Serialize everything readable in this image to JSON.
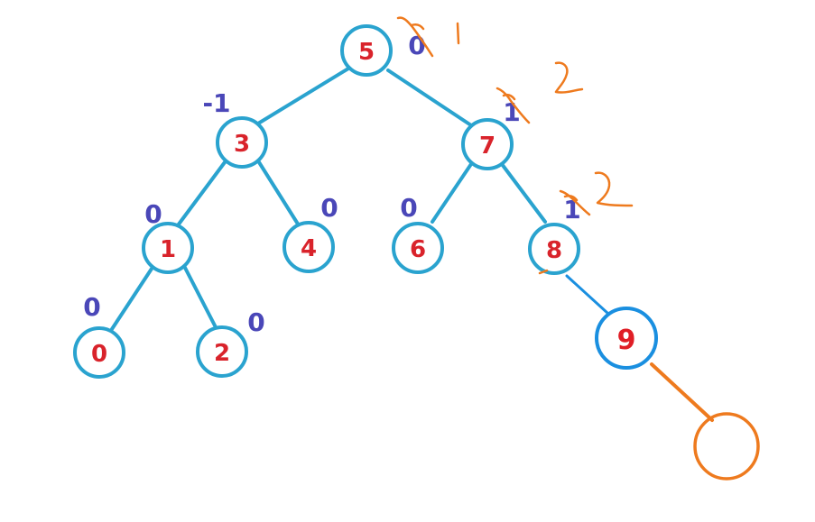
{
  "tree": {
    "colors": {
      "edge": "#2aa3cf",
      "node_stroke": "#2aa3cf",
      "node_text": "#d9232b",
      "balance_text": "#4a47b8",
      "new_node": "#1a8fe0",
      "annotation": "#ee7a1e"
    },
    "nodes": [
      {
        "id": "n5",
        "label": "5",
        "balance": "0"
      },
      {
        "id": "n3",
        "label": "3",
        "balance": "-1"
      },
      {
        "id": "n7",
        "label": "7",
        "balance": "1"
      },
      {
        "id": "n1",
        "label": "1",
        "balance": "0"
      },
      {
        "id": "n4",
        "label": "4",
        "balance": "0"
      },
      {
        "id": "n6",
        "label": "6",
        "balance": "0"
      },
      {
        "id": "n8",
        "label": "8",
        "balance": "1"
      },
      {
        "id": "n0",
        "label": "0",
        "balance": "0"
      },
      {
        "id": "n2",
        "label": "2",
        "balance": "0"
      },
      {
        "id": "n9",
        "label": "9",
        "balance": ""
      },
      {
        "id": "nEmpty",
        "label": "",
        "balance": ""
      }
    ],
    "annotations": {
      "root_new_balance": "1",
      "n7_new_balance": "2",
      "n8_new_balance": "2"
    }
  }
}
